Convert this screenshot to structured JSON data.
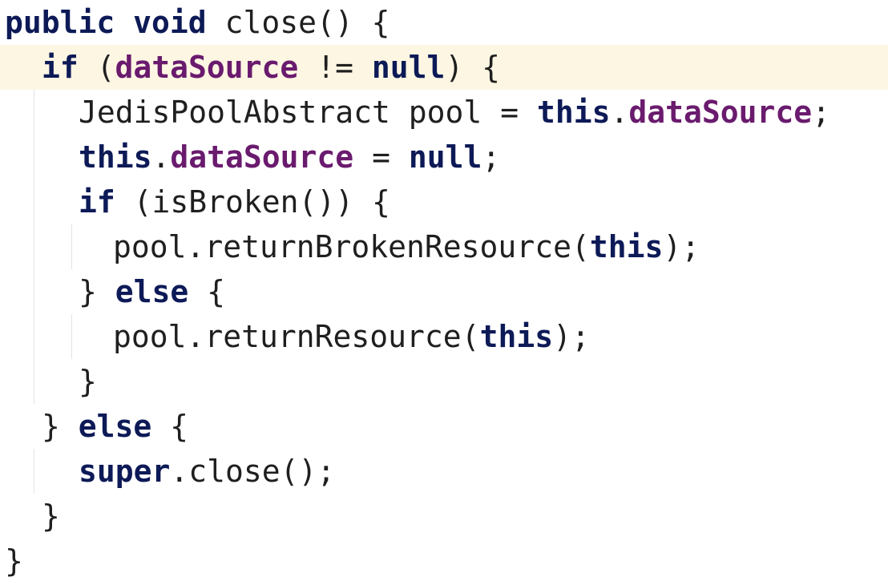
{
  "colors": {
    "keyword": "#0d1a57",
    "field": "#6a1b6e",
    "text": "#1f1f1f",
    "current_line": "#fdf6e3"
  },
  "code_lines": [
    [
      {
        "t": "public",
        "c": "kw"
      },
      {
        "t": " ",
        "c": "plain"
      },
      {
        "t": "void",
        "c": "kw"
      },
      {
        "t": " close() {",
        "c": "plain"
      }
    ],
    [
      {
        "t": "if",
        "c": "kw"
      },
      {
        "t": " (",
        "c": "plain"
      },
      {
        "t": "dataSource",
        "c": "fld"
      },
      {
        "t": " != ",
        "c": "plain"
      },
      {
        "t": "null",
        "c": "kw"
      },
      {
        "t": ") {",
        "c": "plain"
      }
    ],
    [
      {
        "t": "JedisPoolAbstract pool = ",
        "c": "plain"
      },
      {
        "t": "this",
        "c": "kw"
      },
      {
        "t": ".",
        "c": "plain"
      },
      {
        "t": "dataSource",
        "c": "fld"
      },
      {
        "t": ";",
        "c": "plain"
      }
    ],
    [
      {
        "t": "this",
        "c": "kw"
      },
      {
        "t": ".",
        "c": "plain"
      },
      {
        "t": "dataSource",
        "c": "fld"
      },
      {
        "t": " = ",
        "c": "plain"
      },
      {
        "t": "null",
        "c": "kw"
      },
      {
        "t": ";",
        "c": "plain"
      }
    ],
    [
      {
        "t": "if",
        "c": "kw"
      },
      {
        "t": " (isBroken()) {",
        "c": "plain"
      }
    ],
    [
      {
        "t": "pool.returnBrokenResource(",
        "c": "plain"
      },
      {
        "t": "this",
        "c": "kw"
      },
      {
        "t": ");",
        "c": "plain"
      }
    ],
    [
      {
        "t": "} ",
        "c": "plain"
      },
      {
        "t": "else",
        "c": "kw"
      },
      {
        "t": " {",
        "c": "plain"
      }
    ],
    [
      {
        "t": "pool.returnResource(",
        "c": "plain"
      },
      {
        "t": "this",
        "c": "kw"
      },
      {
        "t": ");",
        "c": "plain"
      }
    ],
    [
      {
        "t": "}",
        "c": "plain"
      }
    ],
    [
      {
        "t": "} ",
        "c": "plain"
      },
      {
        "t": "else",
        "c": "kw"
      },
      {
        "t": " {",
        "c": "plain"
      }
    ],
    [
      {
        "t": "super",
        "c": "kw"
      },
      {
        "t": ".close();",
        "c": "plain"
      }
    ],
    [
      {
        "t": "}",
        "c": "plain"
      }
    ],
    [
      {
        "t": "}",
        "c": "plain"
      }
    ]
  ]
}
